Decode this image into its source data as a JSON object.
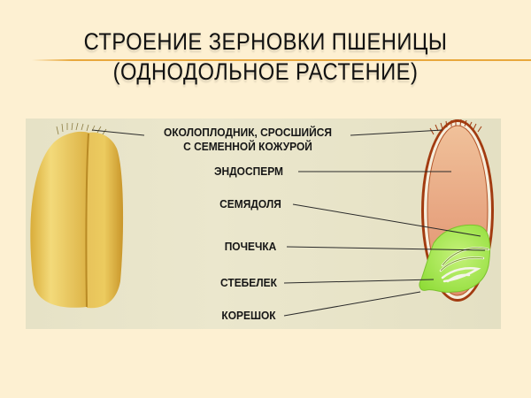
{
  "title": {
    "line1": "Строение зерновки пшеницы",
    "line2": "(однодольное растение)"
  },
  "colors": {
    "slide_background": "#fdf0d2",
    "panel_background": "#e9e5ca",
    "divider": "#e8a83c",
    "grain_outer": "#e6c14f",
    "pericarp": "#a23b10",
    "endosperm": "#e8a07e",
    "embryo": "#a6e84a"
  },
  "diagram": {
    "labels": {
      "pericarp_line1": "ОКОЛОПЛОДНИК, СРОСШИЙСЯ",
      "pericarp_line2": "С СЕМЕННОЙ КОЖУРОЙ",
      "endosperm": "ЭНДОСПЕРМ",
      "cotyledon": "СЕМЯДОЛЯ",
      "bud": "ПОЧЕЧКА",
      "stem": "СТЕБЕЛЕК",
      "root": "КОРЕШОК"
    }
  }
}
